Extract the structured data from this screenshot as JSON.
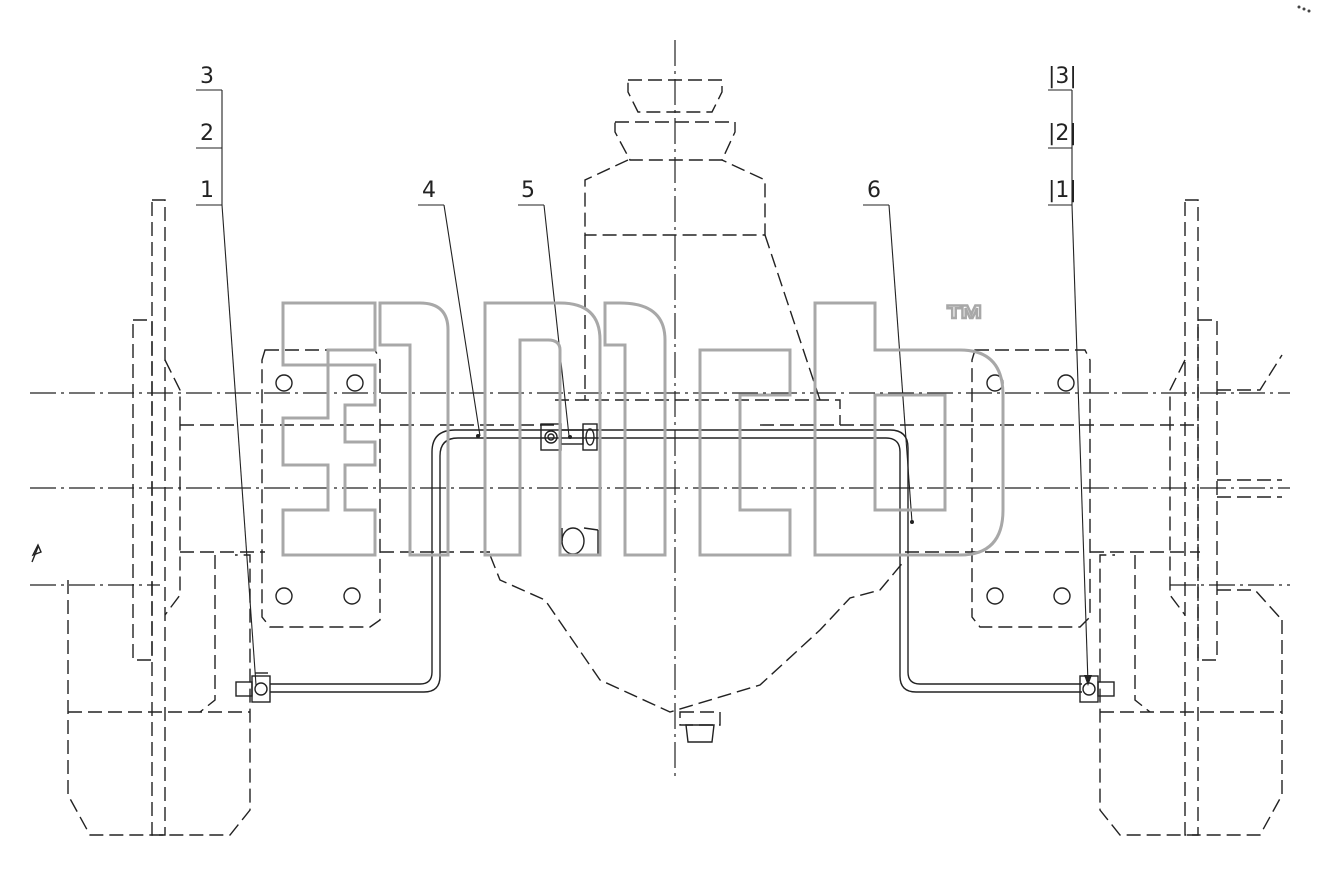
{
  "callouts": {
    "left": [
      "3",
      "2",
      "1"
    ],
    "left_upper_mid": "4",
    "center": "5",
    "right_mid": "6",
    "right": [
      "|3|",
      "|2|",
      "|1|"
    ]
  },
  "watermark": {
    "mark": "™",
    "color": "#a8a8a8"
  },
  "colors": {
    "line": "#222222",
    "background": "#ffffff",
    "watermark": "#a8a8a8"
  }
}
